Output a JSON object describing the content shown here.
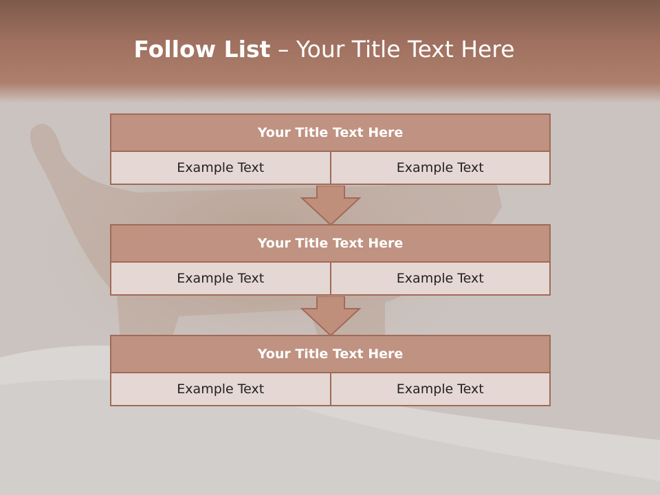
{
  "slide": {
    "title_strong": "Follow List",
    "title_rest": "– Your Title Text Here",
    "blocks": [
      {
        "title": "Your Title Text Here",
        "left": "Example Text",
        "right": "Example Text"
      },
      {
        "title": "Your Title Text Here",
        "left": "Example Text",
        "right": "Example Text"
      },
      {
        "title": "Your Title Text Here",
        "left": "Example Text",
        "right": "Example Text"
      }
    ]
  },
  "colors": {
    "title_bar": "#9f705f",
    "block_title_fill": "#bf9281",
    "block_border": "#a06a57",
    "cell_fill": "#e5d7d3",
    "arrow_fill": "#c08f7c"
  },
  "background_image": "faded photo of a wild cat standing on a rock"
}
